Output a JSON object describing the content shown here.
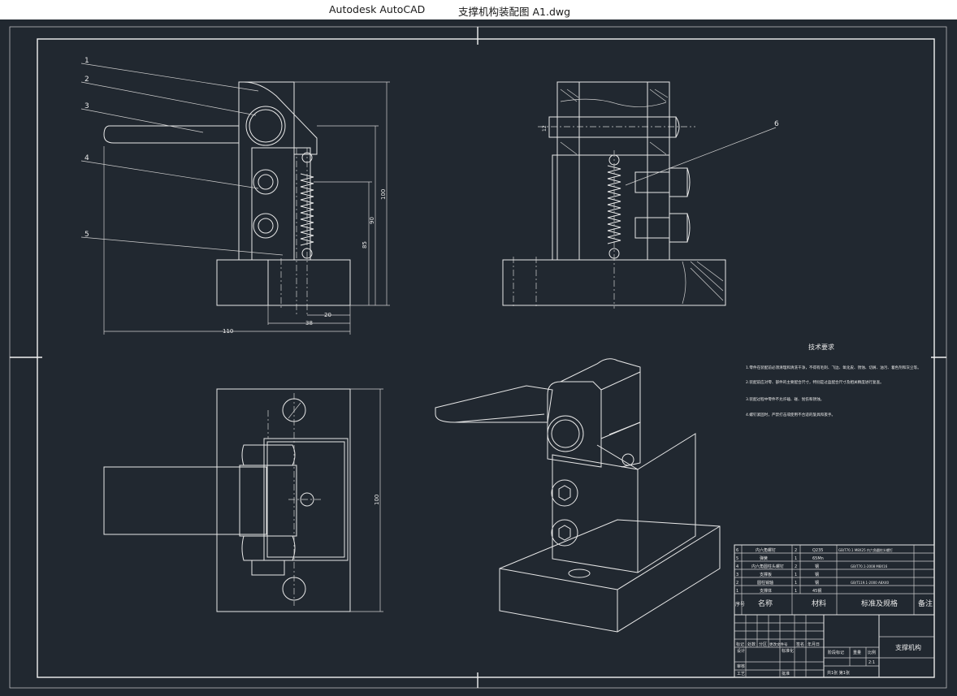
{
  "window": {
    "app_name": "Autodesk AutoCAD",
    "document_name": "支撑机构装配图 A1.dwg"
  },
  "drawing": {
    "balloons": [
      "1",
      "2",
      "3",
      "4",
      "5",
      "6"
    ],
    "dimensions": {
      "d_110": "110",
      "d_38": "38",
      "d_20": "20",
      "d_100": "100",
      "d_90": "90",
      "d_85": "85",
      "d_100_top": "100",
      "d_12": "12"
    },
    "technical_requirements": {
      "title": "技术要求",
      "items": [
        "1.零件在装配前必须清理和清洗干净，不得有毛刺、飞边、氧化皮、锈蚀、切屑、油污、着色剂和灰尘等。",
        "2.装配前应对零、部件的主要配合尺寸，特别是过盈配合尺寸及相关精度进行复查。",
        "3.装配过程中零件不允许磕、碰、划伤和锈蚀。",
        "4.螺钉紧固时，严禁打击或使用不合适的旋具和扳手。"
      ]
    },
    "bom": {
      "rows": [
        {
          "no": "6",
          "name": "内六角螺钉",
          "qty": "2",
          "material": "Q235",
          "standard": "GB/T70.1 M8X25 内六角圆柱头螺钉"
        },
        {
          "no": "5",
          "name": "弹簧",
          "qty": "1",
          "material": "65Mn",
          "standard": ""
        },
        {
          "no": "4",
          "name": "内六角圆柱头螺钉",
          "qty": "2",
          "material": "钢",
          "standard": "GB/T70.1-2008 M8X16"
        },
        {
          "no": "3",
          "name": "支撑板",
          "qty": "1",
          "material": "钢",
          "standard": ""
        },
        {
          "no": "2",
          "name": "圆柱销轴",
          "qty": "1",
          "material": "钢",
          "standard": "GB/T119.1-2000 A8X40"
        },
        {
          "no": "1",
          "name": "支撑体",
          "qty": "1",
          "material": "45钢",
          "standard": ""
        }
      ],
      "header": {
        "no": "序号",
        "name": "名称",
        "material": "材料",
        "standard": "标准及规格",
        "remark": "备注"
      }
    },
    "title_block": {
      "drawing_title": "支撑机构",
      "stage_label": "阶段标记",
      "weight_label": "重量",
      "scale_label": "比例",
      "scale_value": "2:1",
      "sheet_info": "共1张 第1张",
      "design_label": "设计",
      "check_label": "审核",
      "craft_label": "工艺",
      "approve_label": "批准",
      "standardize_label": "标准化",
      "mark_label": "标记",
      "count_label": "处数",
      "zone_label": "分区",
      "change_doc_label": "更改文件号",
      "sign_label": "签名",
      "date_label": "年月日"
    }
  }
}
